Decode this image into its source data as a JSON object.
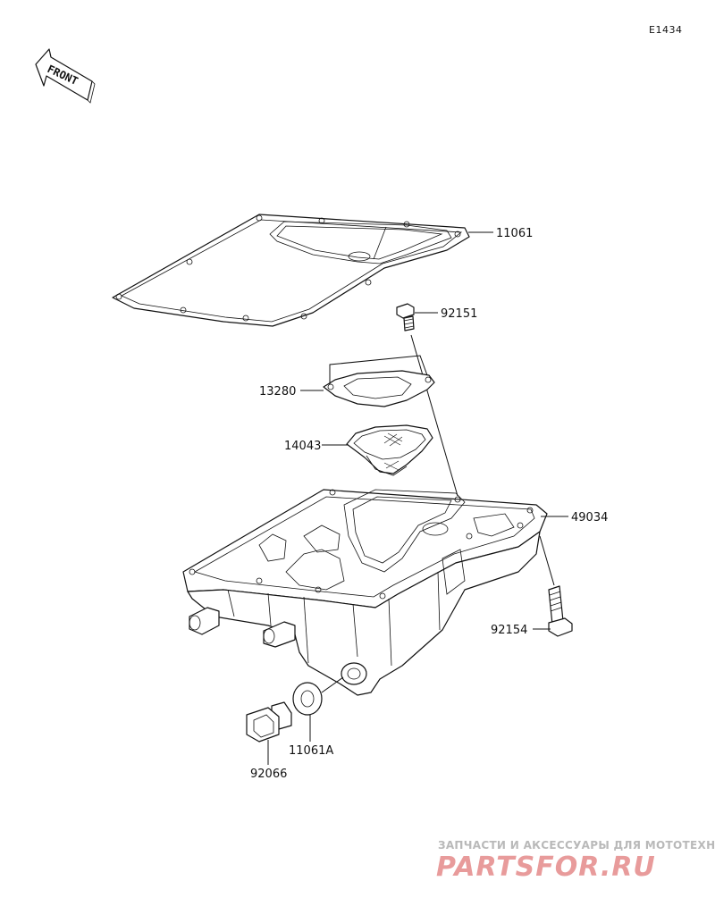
{
  "diagram_code": "E1434",
  "front_label": "FRONT",
  "watermark": {
    "line1": "ЗАПЧАСТИ И АКСЕССУАРЫ ДЛЯ МОТОТЕХНИКИ",
    "line2": "PARTSFOR.RU"
  },
  "parts": [
    {
      "id": "11061",
      "label": "11061"
    },
    {
      "id": "92151",
      "label": "92151"
    },
    {
      "id": "13280",
      "label": "13280"
    },
    {
      "id": "14043",
      "label": "14043"
    },
    {
      "id": "49034",
      "label": "49034"
    },
    {
      "id": "92154",
      "label": "92154"
    },
    {
      "id": "11061A",
      "label": "11061A"
    },
    {
      "id": "92066",
      "label": "92066"
    }
  ]
}
